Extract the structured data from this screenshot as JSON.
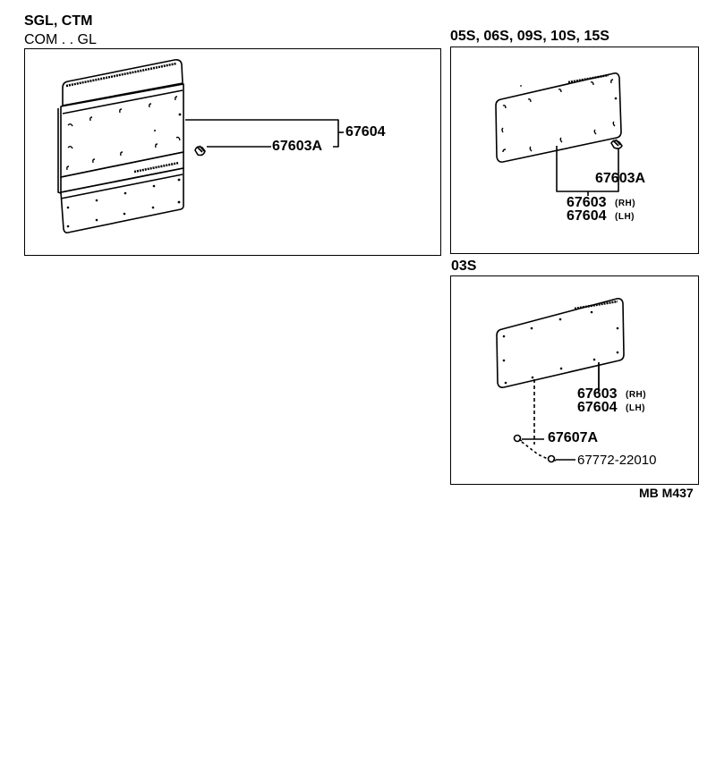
{
  "diagram": {
    "type": "parts-exploded-view",
    "code": "MB  M437",
    "panels": [
      {
        "id": "panel-sgl-ctm",
        "headings": [
          "SGL, CTM",
          "COM . . GL"
        ],
        "parts": [
          {
            "number": "67604",
            "side": ""
          },
          {
            "number": "67603A",
            "side": ""
          }
        ]
      },
      {
        "id": "panel-05s",
        "headings": [
          "05S, 06S, 09S, 10S, 15S"
        ],
        "parts": [
          {
            "number": "67603A",
            "side": ""
          },
          {
            "number": "67603",
            "side": "(RH)"
          },
          {
            "number": "67604",
            "side": "(LH)"
          }
        ]
      },
      {
        "id": "panel-03s",
        "headings": [
          "03S"
        ],
        "parts": [
          {
            "number": "67603",
            "side": "(RH)"
          },
          {
            "number": "67604",
            "side": "(LH)"
          },
          {
            "number": "67607A",
            "side": ""
          },
          {
            "number": "67772-22010",
            "side": ""
          }
        ]
      }
    ],
    "colors": {
      "line": "#000000",
      "background": "#ffffff"
    }
  }
}
